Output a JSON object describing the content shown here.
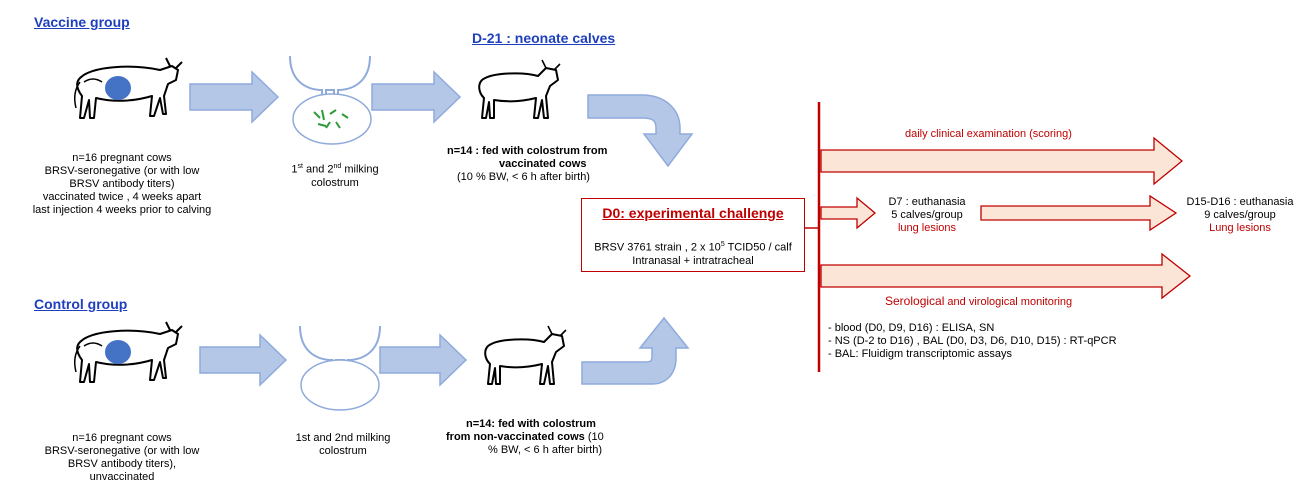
{
  "vaccine": {
    "heading": "Vaccine group",
    "cow_lines": [
      "n=16 pregnant cows",
      "BRSV-seronegative (or with low",
      "BRSV antibody titers)",
      "vaccinated twice , 4 weeks apart",
      "last injection 4 weeks prior to calving"
    ],
    "milking_pre": "1",
    "milking_sup1": "st",
    "milking_mid": " and 2",
    "milking_sup2": "nd",
    "milking_post": " milking",
    "colostrum": "colostrum",
    "calves_heading": "D-21 : neonate calves",
    "calves_bold1": "n=14 : fed with colostrum from",
    "calves_bold2": "vaccinated cows",
    "calves_note": "(10 % BW, < 6 h after birth)"
  },
  "control": {
    "heading": "Control group",
    "cow_lines": [
      "n=16 pregnant cows",
      "BRSV-seronegative (or with low",
      "BRSV antibody titers),",
      "unvaccinated"
    ],
    "milking_line": "1st and 2nd milking",
    "colostrum": "colostrum",
    "calves_bold1": "n=14:  fed with colostrum",
    "calves_bold2": "from non-vaccinated cows",
    "calves_tail": " (10",
    "calves_note": "% BW, < 6 h after birth)"
  },
  "challenge": {
    "title": "D0: experimental challenge",
    "line1_pre": "BRSV 3761 strain , 2 x 10",
    "line1_sup": "5",
    "line1_post": " TCID50 / calf",
    "line2": "Intranasal + intratracheal"
  },
  "timeline": {
    "daily": "daily clinical examination (scoring)",
    "d7_title": "D7 : euthanasia",
    "d7_calves": "5 calves/group",
    "d7_lesions": "lung lesions",
    "d15_title": "D15-D16 : euthanasia",
    "d15_calves": "9 calves/group",
    "d15_lesions": "Lung lesions",
    "sero_red": "Serological",
    "sero_rest": " and virological monitoring",
    "monitoring": [
      "- blood (D0, D9, D16) : ELISA, SN",
      "- NS (D-2 to D16) , BAL (D0, D3, D6, D10, D15) : RT-qPCR",
      "- BAL: Fluidigm  transcriptomic assays"
    ]
  },
  "colors": {
    "arrow_fill": "#b4c7e7",
    "arrow_stroke": "#8faadc",
    "red": "#c00000",
    "red_fill": "#fbe5d6",
    "heading_blue": "#1f3fbf",
    "spot": "#4472c4"
  },
  "icons": [
    "cow-icon",
    "udder-icon",
    "calf-icon"
  ]
}
